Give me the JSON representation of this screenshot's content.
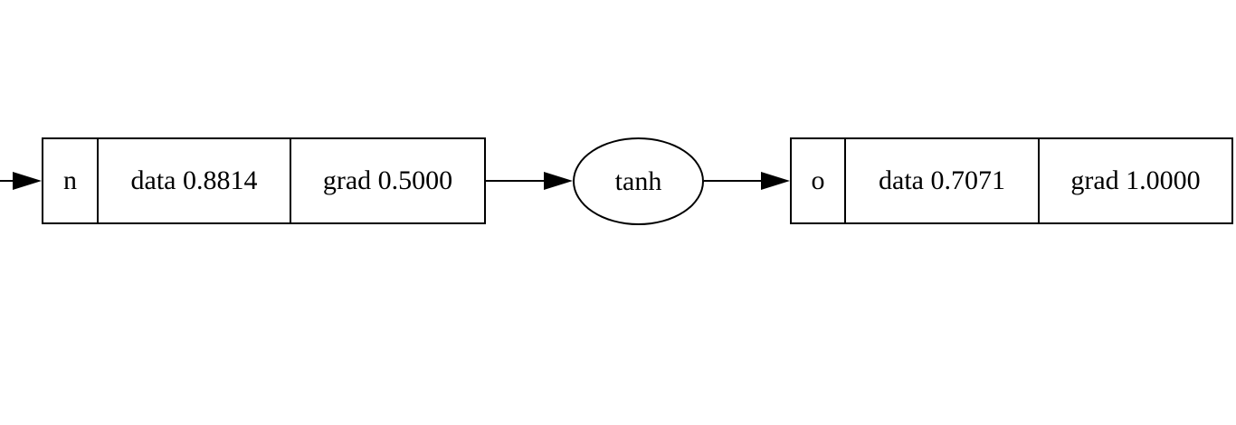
{
  "colors": {
    "background": "#ffffff",
    "stroke": "#000000",
    "text": "#000000"
  },
  "graph": {
    "value_nodes": [
      {
        "name": "n",
        "data_label": "data 0.8814",
        "grad_label": "grad 0.5000"
      },
      {
        "name": "o",
        "data_label": "data 0.7071",
        "grad_label": "grad 1.0000"
      }
    ],
    "op_nodes": [
      {
        "label": "tanh"
      }
    ],
    "edges": [
      {
        "from": "offscreen-left",
        "to": "n"
      },
      {
        "from": "n",
        "to": "tanh"
      },
      {
        "from": "tanh",
        "to": "o"
      }
    ]
  }
}
